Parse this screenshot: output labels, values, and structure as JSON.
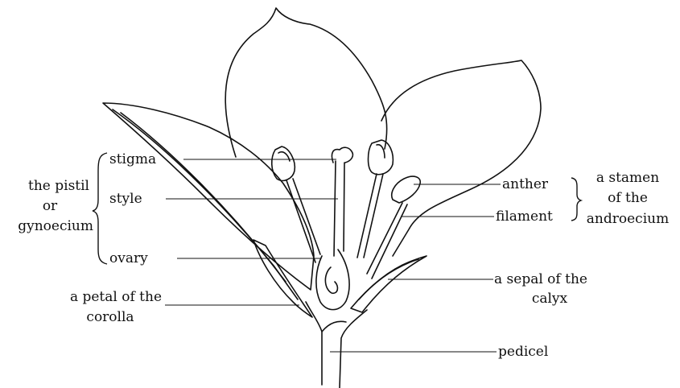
{
  "labels": {
    "stigma": "stigma",
    "style": "style",
    "ovary": "ovary",
    "pistil_line1": "the pistil",
    "pistil_line2": "or",
    "pistil_line3": "gynoecium",
    "petal_line1": "a petal of the",
    "petal_line2": "corolla",
    "anther": "anther",
    "filament": "filament",
    "stamen_line1": "a stamen",
    "stamen_line2": "of the",
    "stamen_line3": "androecium",
    "sepal_line1": "a sepal of the",
    "sepal_line2": "calyx",
    "pedicel": "pedicel"
  }
}
